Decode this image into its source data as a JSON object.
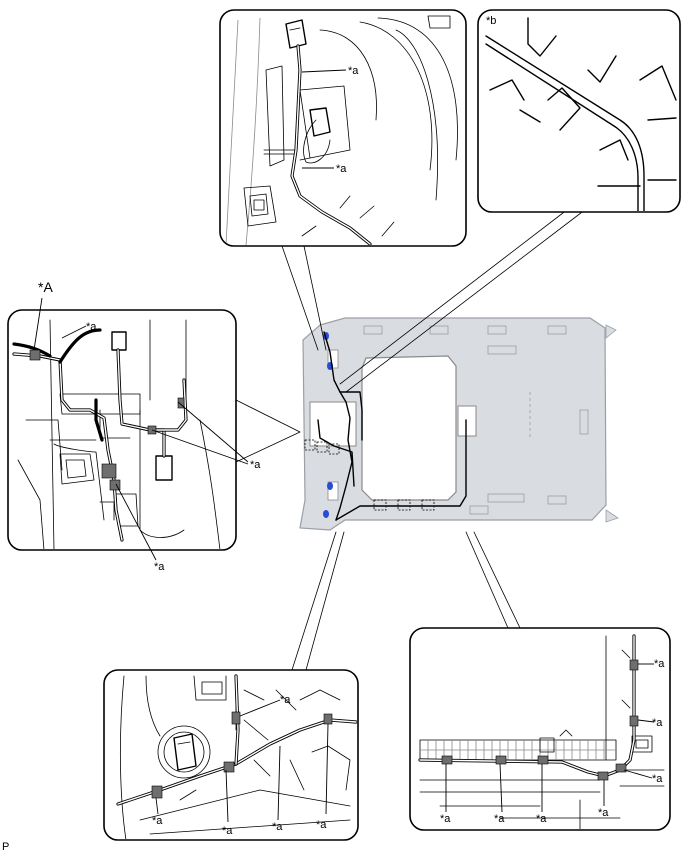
{
  "figure": {
    "callout_a": "*a",
    "callout_b": "*b",
    "callout_A": "*A",
    "corner_code": "P"
  },
  "colors": {
    "headliner_fill": "#d9dce0",
    "headliner_stroke": "#9aa0a6",
    "accent_clip": "#2a4bd7"
  },
  "icons": [
    "headliner-illustration",
    "wire-harness",
    "harness-clamp",
    "connector"
  ]
}
